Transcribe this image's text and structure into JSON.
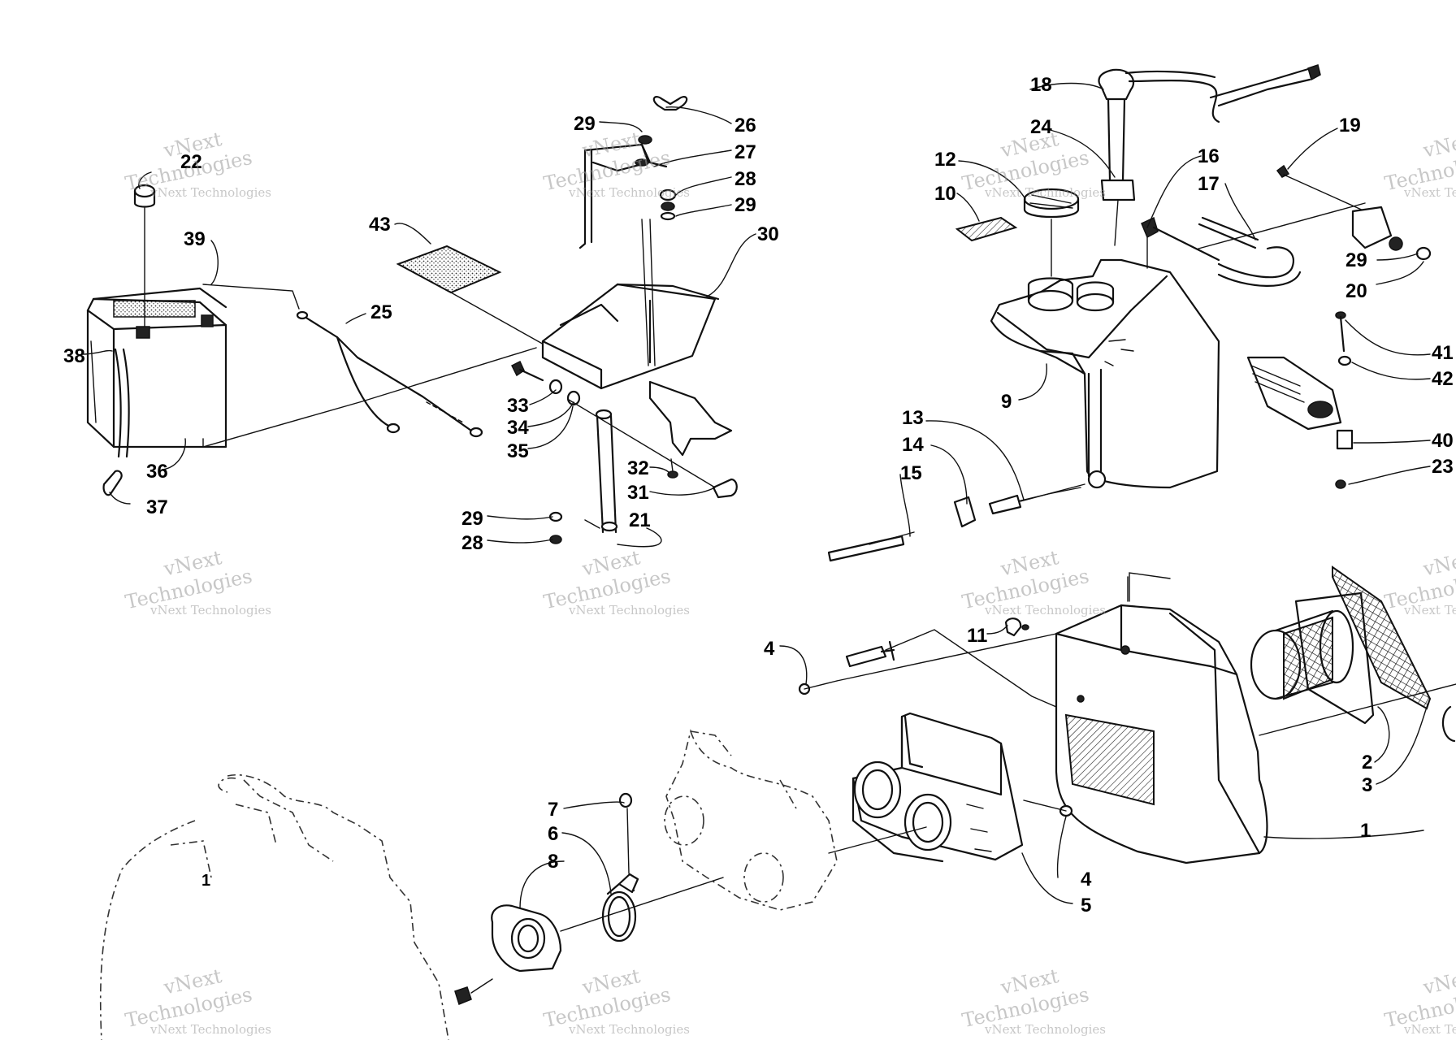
{
  "watermark": {
    "line1": "vNext",
    "line2": "Technologies",
    "caption": "vNext Technologies"
  },
  "callouts": {
    "c1": "1",
    "c1b": "1",
    "c2": "2",
    "c3": "3",
    "c4a": "4",
    "c4b": "4",
    "c5": "5",
    "c6": "6",
    "c7": "7",
    "c8": "8",
    "c9": "9",
    "c10": "10",
    "c11": "11",
    "c12": "12",
    "c13": "13",
    "c14": "14",
    "c15": "15",
    "c16": "16",
    "c17": "17",
    "c18": "18",
    "c19": "19",
    "c20": "20",
    "c21": "21",
    "c22": "22",
    "c23": "23",
    "c24": "24",
    "c25": "25",
    "c26": "26",
    "c27": "27",
    "c28a": "28",
    "c28b": "28",
    "c29a": "29",
    "c29b": "29",
    "c29c": "29",
    "c29d": "29",
    "c30": "30",
    "c31": "31",
    "c32": "32",
    "c33": "33",
    "c34": "34",
    "c35": "35",
    "c36": "36",
    "c37": "37",
    "c38": "38",
    "c39": "39",
    "c40": "40",
    "c41": "41",
    "c42": "42",
    "c43": "43"
  }
}
